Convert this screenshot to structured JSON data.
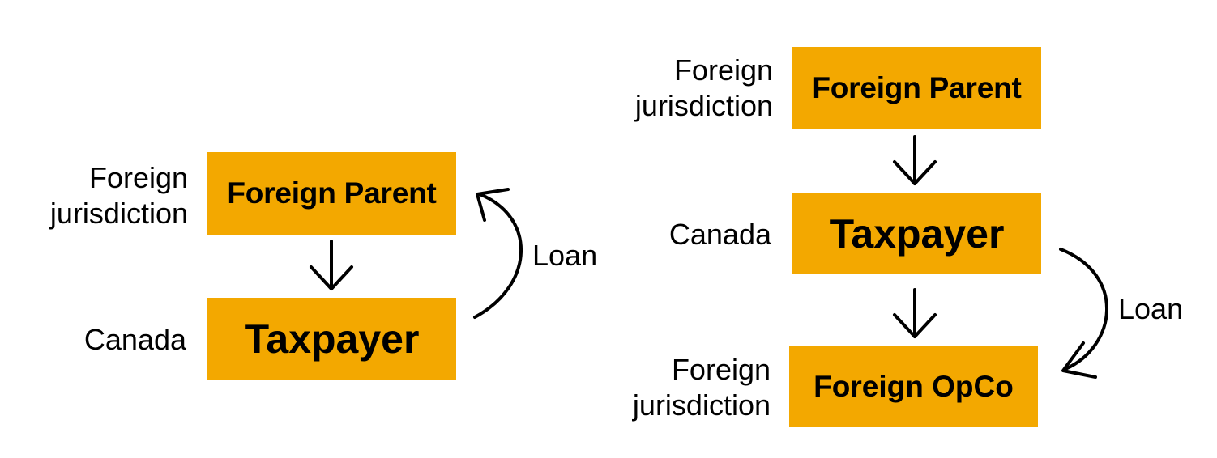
{
  "left": {
    "parent_box": "Foreign Parent",
    "taxpayer_box": "Taxpayer",
    "parent_label": [
      "Foreign",
      "jurisdiction"
    ],
    "taxpayer_label": "Canada",
    "loan_label": "Loan"
  },
  "right": {
    "parent_box": "Foreign Parent",
    "taxpayer_box": "Taxpayer",
    "opco_box": "Foreign OpCo",
    "parent_label": [
      "Foreign",
      "jurisdiction"
    ],
    "taxpayer_label": "Canada",
    "opco_label": [
      "Foreign",
      "jurisdiction"
    ],
    "loan_label": "Loan"
  },
  "colors": {
    "box_fill": "#f3a800",
    "text": "#000000",
    "arrow": "#000000"
  }
}
